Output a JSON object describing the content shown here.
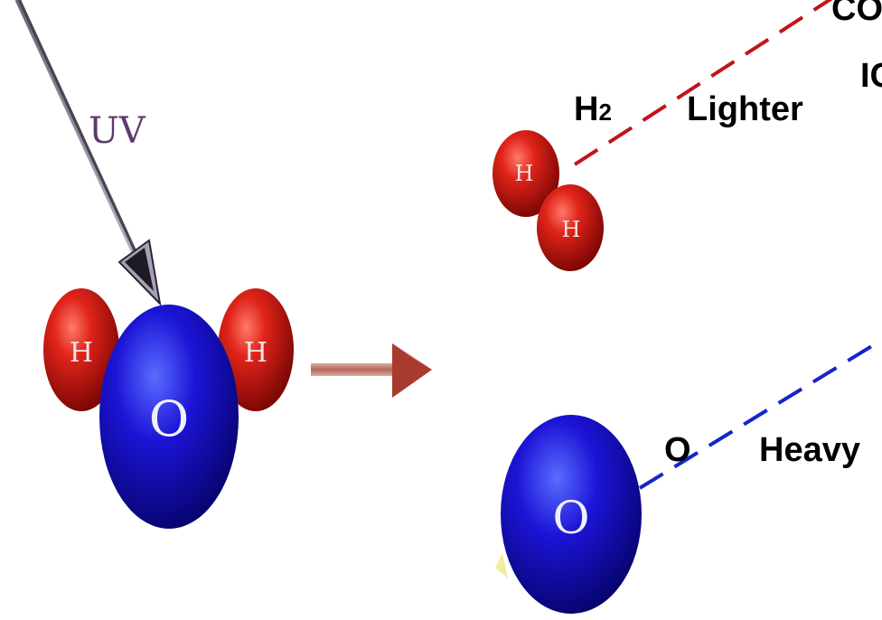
{
  "uv_label": "UV",
  "water": {
    "h_left": "H",
    "h_right": "H",
    "o_center": "O"
  },
  "h2_molecule": {
    "h_top": "H",
    "h_bottom": "H"
  },
  "o_atom": {
    "label": "O"
  },
  "annotations": {
    "h2_formula_main": "H",
    "h2_formula_sub": "2",
    "lighter": "Lighter",
    "o_symbol": "O",
    "heavy": "Heavy",
    "cut_top": "CO",
    "cut_second": "IC"
  },
  "colors": {
    "hydrogen": "#d81a12",
    "oxygen": "#1c14d6",
    "uv_arrow": "#9a8fa6",
    "reaction_arrow": "#b0463c",
    "red_dashed": "#c2141a",
    "blue_dashed": "#1426c9",
    "uv_text": "#5c3a6e"
  }
}
